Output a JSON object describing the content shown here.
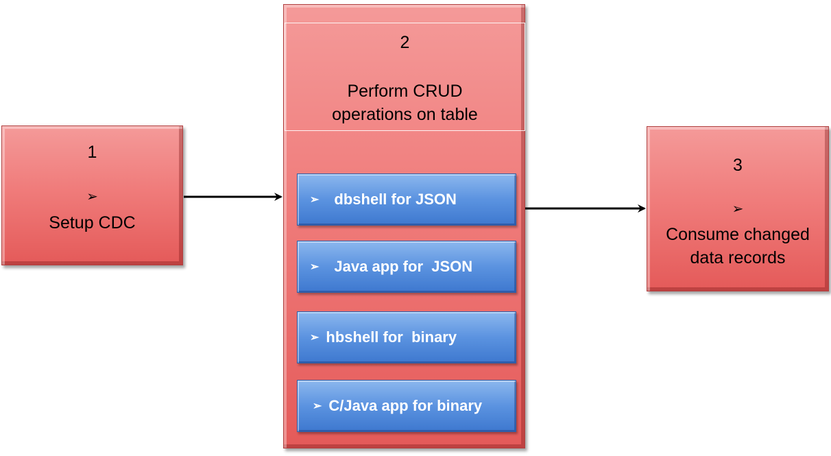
{
  "step1": {
    "number": "1",
    "bullet": "➢",
    "label": "Setup CDC"
  },
  "step2": {
    "number": "2",
    "label_line1": "Perform CRUD",
    "label_line2": "operations on table",
    "methods": [
      {
        "bullet": "➢",
        "label": "dbshell for JSON"
      },
      {
        "bullet": "➢",
        "label": "Java app for  JSON"
      },
      {
        "bullet": "➢",
        "label": "hbshell for  binary"
      },
      {
        "bullet": "➢",
        "label": "C/Java app for binary"
      }
    ]
  },
  "step3": {
    "number": "3",
    "bullet": "➢",
    "label_line1": "Consume changed",
    "label_line2": "data records"
  },
  "colors": {
    "step_box": "#f07c7b",
    "method_box": "#5b93e0",
    "arrow": "#000000"
  }
}
